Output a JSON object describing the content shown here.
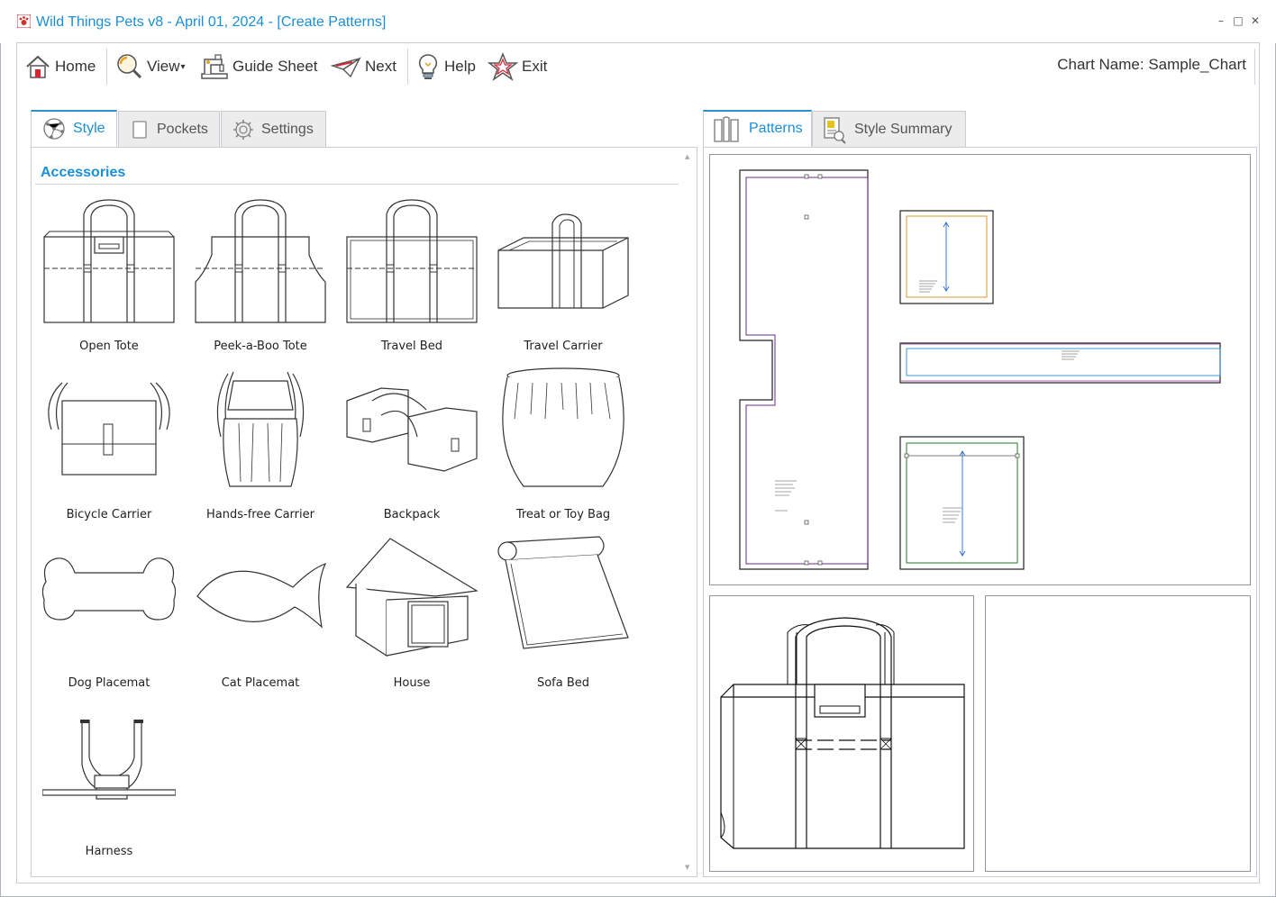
{
  "window": {
    "title": "Wild Things Pets v8 - April 01, 2024 - [Create Patterns]",
    "controls": [
      "–",
      "□",
      "✕"
    ]
  },
  "toolbar": {
    "home_label": "Home",
    "view_label": "View",
    "view_caret": "▾",
    "guide_label": "Guide Sheet",
    "next_label": "Next",
    "help_label": "Help",
    "exit_label": "Exit",
    "chart_name": "Chart Name: Sample_Chart"
  },
  "left_tabs": {
    "style": "Style",
    "pockets": "Pockets",
    "settings": "Settings",
    "active": "Style"
  },
  "section": {
    "title": "Accessories"
  },
  "items": [
    {
      "label": "Open Tote",
      "icon": "open-tote-icon"
    },
    {
      "label": "Peek-a-Boo Tote",
      "icon": "peek-a-boo-tote-icon"
    },
    {
      "label": "Travel Bed",
      "icon": "travel-bed-icon"
    },
    {
      "label": "Travel Carrier",
      "icon": "travel-carrier-icon"
    },
    {
      "label": "Bicycle Carrier",
      "icon": "bicycle-carrier-icon"
    },
    {
      "label": "Hands-free Carrier",
      "icon": "hands-free-carrier-icon"
    },
    {
      "label": "Backpack",
      "icon": "backpack-icon"
    },
    {
      "label": "Treat or Toy Bag",
      "icon": "treat-bag-icon"
    },
    {
      "label": "Dog Placemat",
      "icon": "dog-placemat-icon"
    },
    {
      "label": "Cat Placemat",
      "icon": "cat-placemat-icon"
    },
    {
      "label": "House",
      "icon": "house-icon"
    },
    {
      "label": "Sofa Bed",
      "icon": "sofa-bed-icon"
    },
    {
      "label": "Harness",
      "icon": "harness-icon"
    }
  ],
  "right_tabs": {
    "patterns": "Patterns",
    "style_summary": "Style Summary",
    "active": "Patterns"
  },
  "colors": {
    "accent": "#1a8fd6",
    "tab_bg": "#ececec",
    "border": "#c9cdd2",
    "pattern_purple": "#6a2a8a",
    "pattern_orange": "#d49a2a",
    "pattern_blue": "#2a6ad0",
    "pattern_green": "#2a7a2a"
  }
}
